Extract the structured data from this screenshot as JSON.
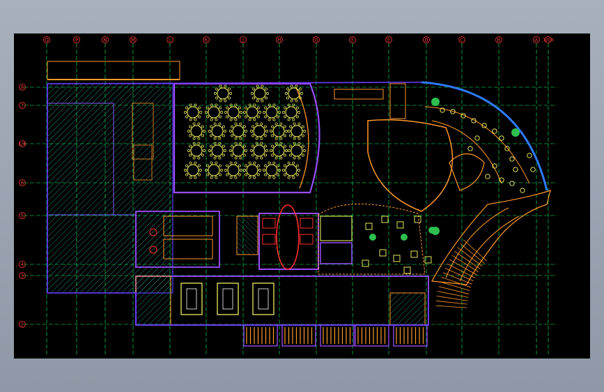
{
  "grid": {
    "columns": [
      "Q",
      "P",
      "N",
      "M",
      "L",
      "K",
      "J",
      "H",
      "G",
      "F",
      "E",
      "D",
      "C",
      "B",
      "A",
      "1/0A"
    ],
    "rows": [
      "8",
      "7",
      "1/6",
      "6",
      "5",
      "4",
      "3",
      "2"
    ]
  },
  "colors": {
    "background": "#000000",
    "grid_line": "#00ff66",
    "wall": "#6a3cff",
    "wall_bright": "#9a4dff",
    "hatch": "#2c8a8a",
    "furniture": "#ffff66",
    "accent_orange": "#ff9a2a",
    "accent_red": "#ff3030",
    "outer_arc": "#2f7bff",
    "plant": "#2fbf4f",
    "axis_label": "#ff3b3b"
  }
}
